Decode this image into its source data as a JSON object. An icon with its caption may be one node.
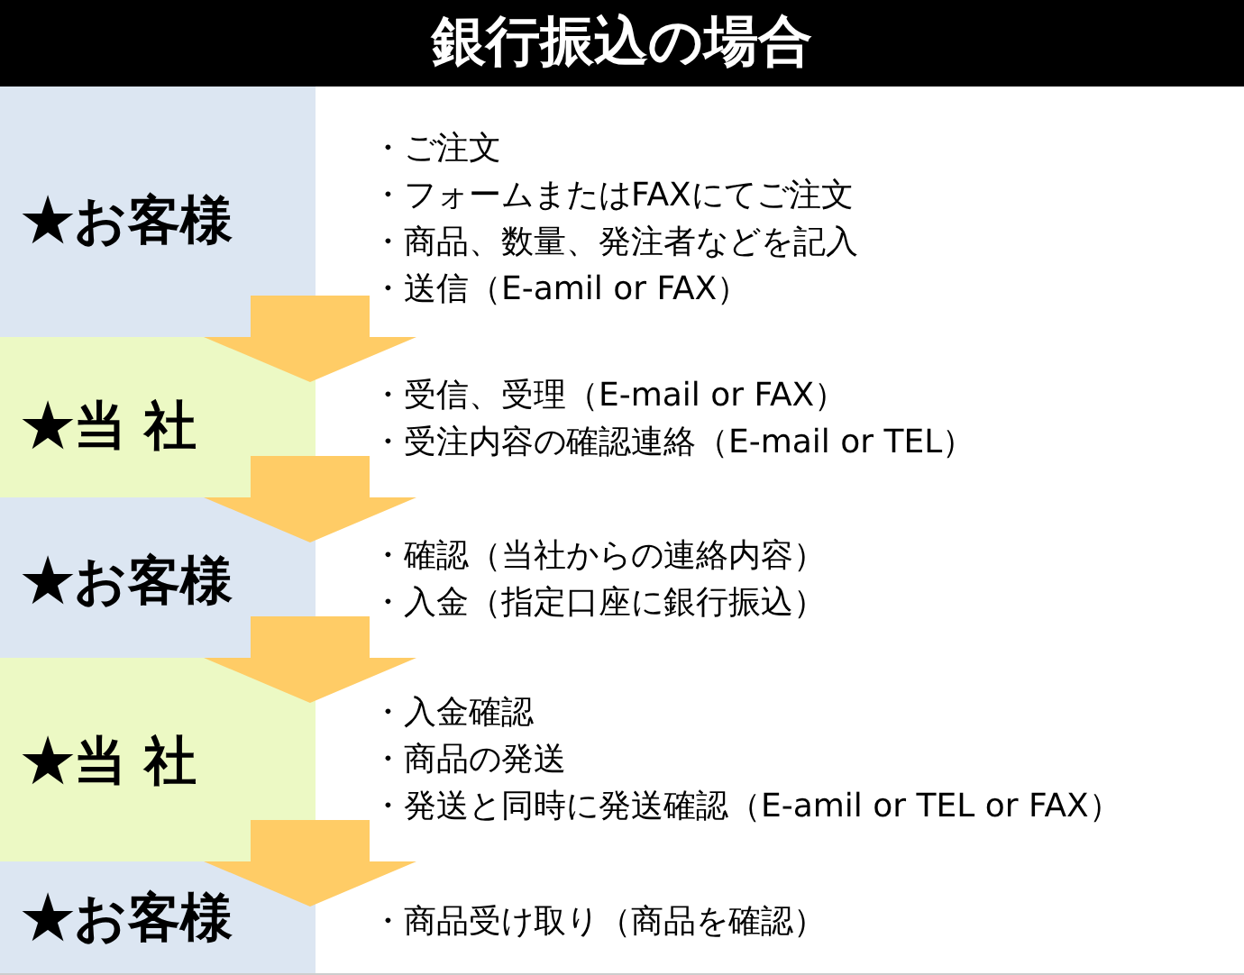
{
  "diagram": {
    "title": "銀行振込の場合",
    "nodes": [
      {
        "text": [
          "★お客様",
          "・ご注文",
          "・フォームまたはFAXにてご注文",
          "・商品、数量、発注者などを記入",
          "・送信（E-amil or FAX）"
        ]
      },
      {
        "text": [
          "★当 社",
          "・受信、受理（E-mail or FAX）",
          "・受注内容の確認連絡（E-mail or TEL）"
        ]
      },
      {
        "text": [
          "★お客様",
          "・確認（当社からの連絡内容）",
          "・入金（指定口座に銀行振込）"
        ]
      },
      {
        "text": [
          "★当 社",
          "・入金確認",
          "・商品の発送",
          "・発送と同時に発送確認（E-amil or TEL or FAX）"
        ]
      },
      {
        "text": [
          "★お客様",
          "・商品受け取り（商品を確認）"
        ]
      }
    ],
    "edges": [
      {
        "from": 0,
        "to": 1,
        "arrow": "to"
      },
      {
        "from": 1,
        "to": 2,
        "arrow": "to"
      },
      {
        "from": 2,
        "to": 3,
        "arrow": "to"
      },
      {
        "from": 3,
        "to": 4,
        "arrow": "to"
      }
    ]
  }
}
